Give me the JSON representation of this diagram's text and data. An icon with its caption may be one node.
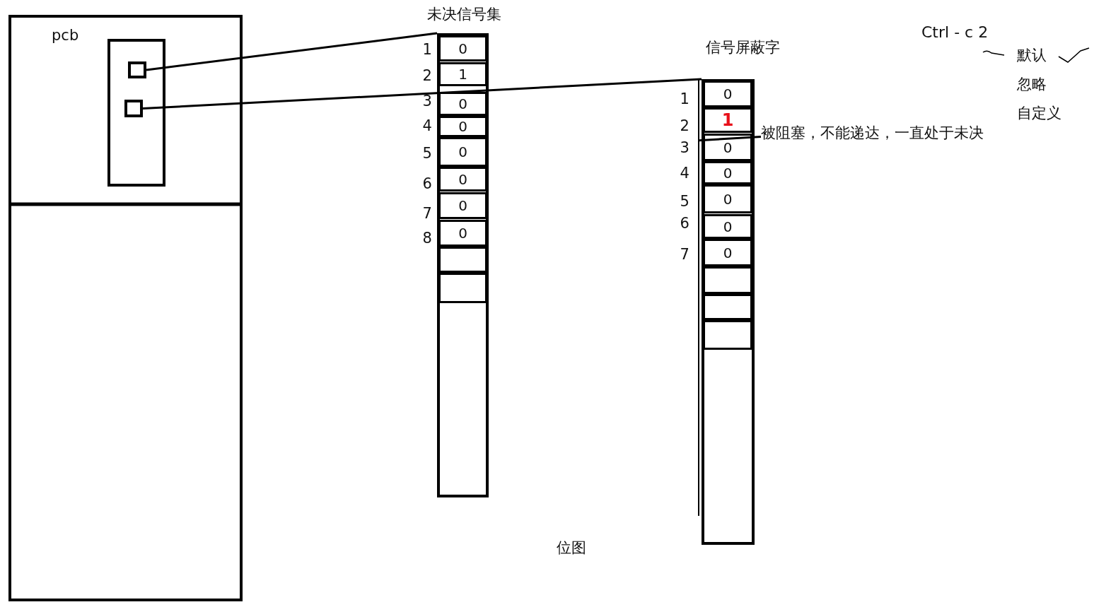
{
  "diagram": {
    "nodes": [
      {
        "text": [
          "pcb"
        ]
      },
      {
        "text": [],
        "shape": "box",
        "in": 0
      },
      {
        "text": [],
        "shape": "box",
        "in": 1
      },
      {
        "text": [],
        "shape": "box",
        "in": 1
      },
      {
        "text": [
          "未决信号集"
        ]
      },
      {
        "text": [
          "0"
        ],
        "in": 4,
        "beside": [
          "1"
        ]
      },
      {
        "text": [
          "1"
        ],
        "in": 4,
        "beside": [
          "2"
        ]
      },
      {
        "text": [
          "0"
        ],
        "in": 4,
        "beside": [
          "3"
        ]
      },
      {
        "text": [
          "0"
        ],
        "in": 4,
        "beside": [
          "4"
        ]
      },
      {
        "text": [
          "0"
        ],
        "in": 4,
        "beside": [
          "5"
        ]
      },
      {
        "text": [
          "0"
        ],
        "in": 4,
        "beside": [
          "6"
        ]
      },
      {
        "text": [
          "0"
        ],
        "in": 4,
        "beside": [
          "7"
        ]
      },
      {
        "text": [
          "0"
        ],
        "in": 4,
        "beside": [
          "8"
        ]
      },
      {
        "text": [],
        "shape": "box",
        "in": 4
      },
      {
        "text": [],
        "shape": "box",
        "in": 4
      },
      {
        "text": [
          "信号屏蔽字"
        ]
      },
      {
        "text": [
          "0"
        ],
        "in": 15,
        "beside": [
          "1"
        ]
      },
      {
        "text": [
          "1"
        ],
        "in": 15,
        "beside": [
          "2"
        ]
      },
      {
        "text": [
          "0"
        ],
        "in": 15,
        "beside": [
          "3"
        ]
      },
      {
        "text": [
          "0"
        ],
        "in": 15,
        "beside": [
          "4"
        ]
      },
      {
        "text": [
          "0"
        ],
        "in": 15,
        "beside": [
          "5"
        ]
      },
      {
        "text": [
          "0"
        ],
        "in": 15,
        "beside": [
          "6"
        ]
      },
      {
        "text": [
          "0"
        ],
        "in": 15,
        "beside": [
          "7"
        ]
      },
      {
        "text": [],
        "shape": "box",
        "in": 15
      },
      {
        "text": [],
        "shape": "box",
        "in": 15
      },
      {
        "text": [],
        "shape": "box",
        "in": 15
      },
      {
        "text": [
          "被阻塞，不能递达，一直处于未决"
        ]
      }
    ],
    "edges": [
      {
        "from": 2,
        "to": 4,
        "arrow": "none"
      },
      {
        "from": 3,
        "to": 15,
        "arrow": "none"
      },
      {
        "from": 17,
        "to": 26,
        "arrow": "none"
      }
    ],
    "labels": [
      "Ctrl - c 2",
      "默认",
      "忽略",
      "自定义",
      "位图"
    ]
  }
}
